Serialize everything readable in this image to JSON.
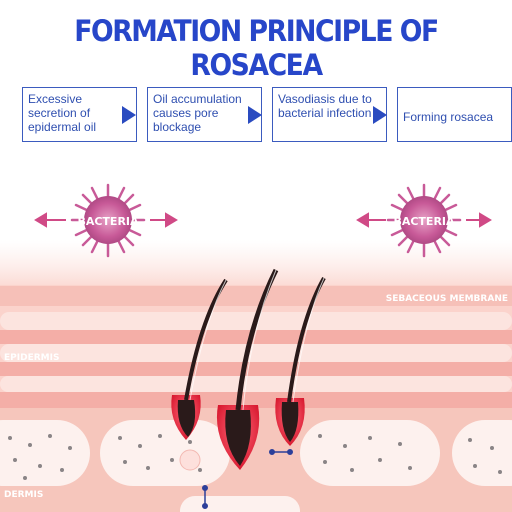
{
  "title": "FORMATION PRINCIPLE OF ROSACEA",
  "steps": [
    {
      "text": "Excessive secretion of epidermal oil"
    },
    {
      "text": "Oil accumulation causes pore blockage"
    },
    {
      "text": "Vasodiasis due to bacterial infection"
    },
    {
      "text": "Forming rosacea"
    }
  ],
  "bacteria_label": "BACTERIA",
  "layers": {
    "sebaceous": "SEBACEOUS MEMBRANE",
    "epidermis": "EPIDERMIS",
    "dermis": "DERMIS"
  },
  "colors": {
    "title": "#2746c9",
    "step_border": "#3b5bbf",
    "arrow": "#2a4bc0",
    "bacteria": "#c85a98",
    "bacteria_arrow": "#d04a86",
    "skin_light": "#fbd6cf",
    "skin_band": "#f4b2ab",
    "follicle": "#e8223a"
  }
}
